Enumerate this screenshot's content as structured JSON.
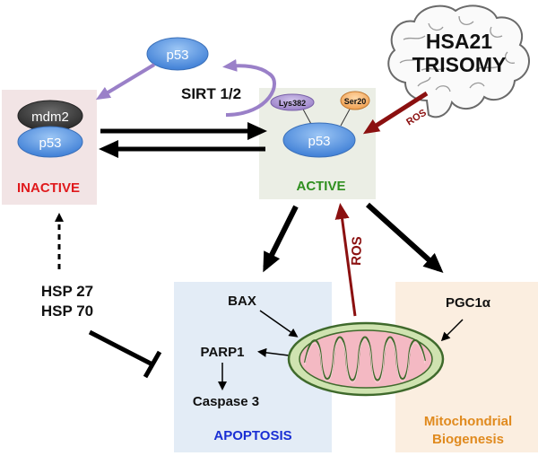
{
  "p53_free": {
    "label": "p53"
  },
  "inactive": {
    "title": "INACTIVE",
    "mdm2": "mdm2",
    "p53": "p53",
    "title_color": "#e0191c"
  },
  "active": {
    "title": "ACTIVE",
    "p53": "p53",
    "lys": "Lys382",
    "ser": "Ser20",
    "title_color": "#2f8f1f"
  },
  "sirt": {
    "label": "SIRT 1/2"
  },
  "hsa21": {
    "line1": "HSA21",
    "line2": "TRISOMY",
    "icon": "brain-icon"
  },
  "ros_brain": {
    "label": "ROS",
    "color": "#8b1010"
  },
  "ros_mito": {
    "label": "ROS",
    "color": "#8b1010"
  },
  "hsp": {
    "line1": "HSP 27",
    "line2": "HSP 70"
  },
  "apoptosis": {
    "title": "APOPTOSIS",
    "bax": "BAX",
    "parp1": "PARP1",
    "caspase": "Caspase 3",
    "title_color": "#1a2fd4"
  },
  "mito_bio": {
    "marker": "PGC1α",
    "title_line1": "Mitochondrial",
    "title_line2": "Biogenesis",
    "title_color": "#e08a1e"
  },
  "mitochondrion": {
    "icon": "mitochondrion-icon"
  },
  "colors": {
    "p53_blue": "#4a8ee0",
    "sirt_purple": "#9a80c8",
    "inactive_bg": "#f2e4e5",
    "active_bg": "#ebeee5",
    "apoptosis_bg": "#e3ecf6",
    "biogenesis_bg": "#fbeee0"
  }
}
